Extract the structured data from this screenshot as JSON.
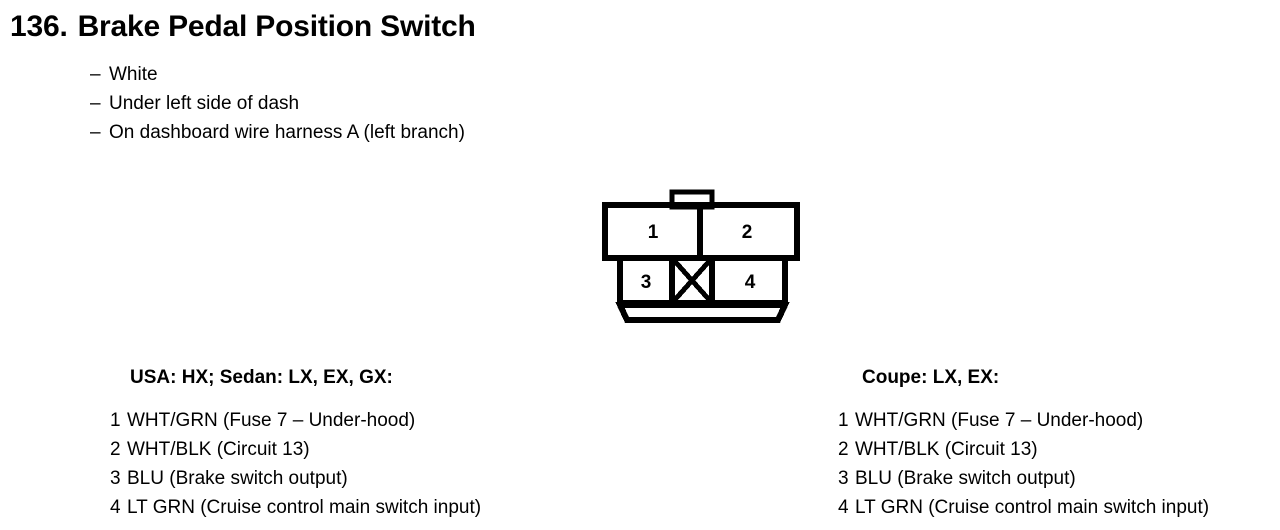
{
  "title": {
    "number": "136.",
    "text": "Brake Pedal Position Switch"
  },
  "descriptors": [
    {
      "dash": "–",
      "text": "White"
    },
    {
      "dash": "–",
      "text": "Under left side of dash"
    },
    {
      "dash": "–",
      "text": "On dashboard wire harness A (left branch)"
    }
  ],
  "connector": {
    "cavities": [
      {
        "label": "1",
        "row": "upper"
      },
      {
        "label": "2",
        "row": "upper"
      },
      {
        "label": "3",
        "row": "lower"
      },
      {
        "label": "4",
        "row": "lower"
      }
    ],
    "blocked_cavity_marker": "X",
    "stroke_color": "#000000"
  },
  "legends": [
    {
      "heading": "USA: HX; Sedan: LX, EX, GX:",
      "pins": [
        {
          "num": "1",
          "desc": "WHT/GRN (Fuse 7 – Under-hood)"
        },
        {
          "num": "2",
          "desc": "WHT/BLK (Circuit 13)"
        },
        {
          "num": "3",
          "desc": "BLU (Brake switch output)"
        },
        {
          "num": "4",
          "desc": "LT GRN (Cruise control main switch input)"
        }
      ]
    },
    {
      "heading": "Coupe: LX, EX:",
      "pins": [
        {
          "num": "1",
          "desc": "WHT/GRN (Fuse 7 – Under-hood)"
        },
        {
          "num": "2",
          "desc": "WHT/BLK (Circuit 13)"
        },
        {
          "num": "3",
          "desc": "BLU (Brake switch output)"
        },
        {
          "num": "4",
          "desc": "LT GRN (Cruise control main switch input)"
        }
      ]
    }
  ]
}
